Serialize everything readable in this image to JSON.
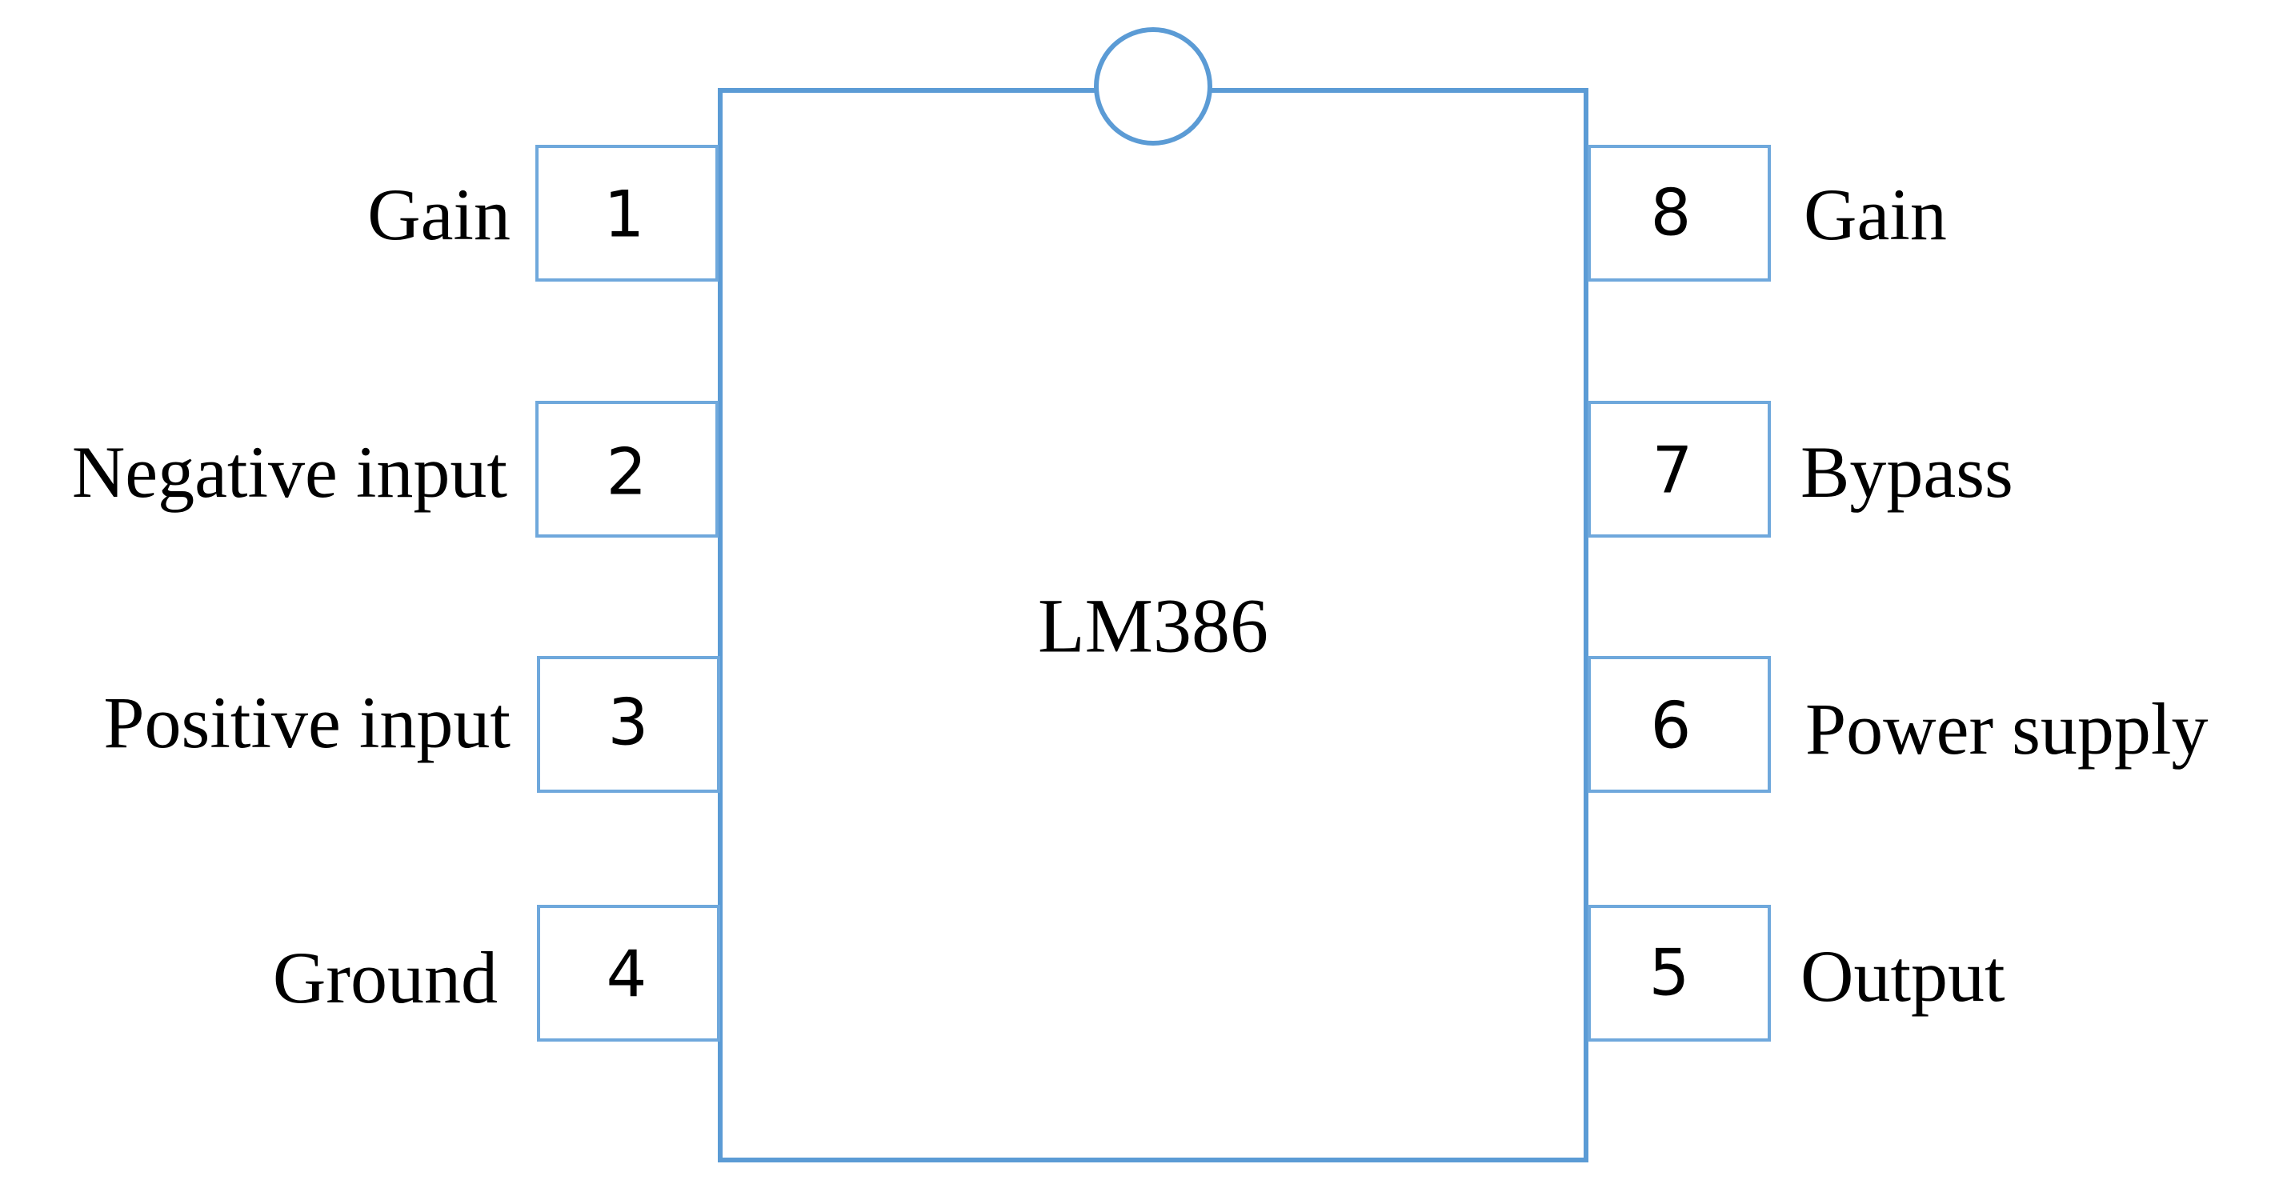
{
  "chip": {
    "name": "LM386",
    "outline_color": "#5b9bd5",
    "pin_border_color": "#6fa8dc"
  },
  "left_pins": [
    {
      "number": "1",
      "label": "Gain"
    },
    {
      "number": "2",
      "label": "Negative input"
    },
    {
      "number": "3",
      "label": "Positive input"
    },
    {
      "number": "4",
      "label": "Ground"
    }
  ],
  "right_pins": [
    {
      "number": "8",
      "label": "Gain"
    },
    {
      "number": "7",
      "label": "Bypass"
    },
    {
      "number": "6",
      "label": "Power supply"
    },
    {
      "number": "5",
      "label": "Output"
    }
  ]
}
